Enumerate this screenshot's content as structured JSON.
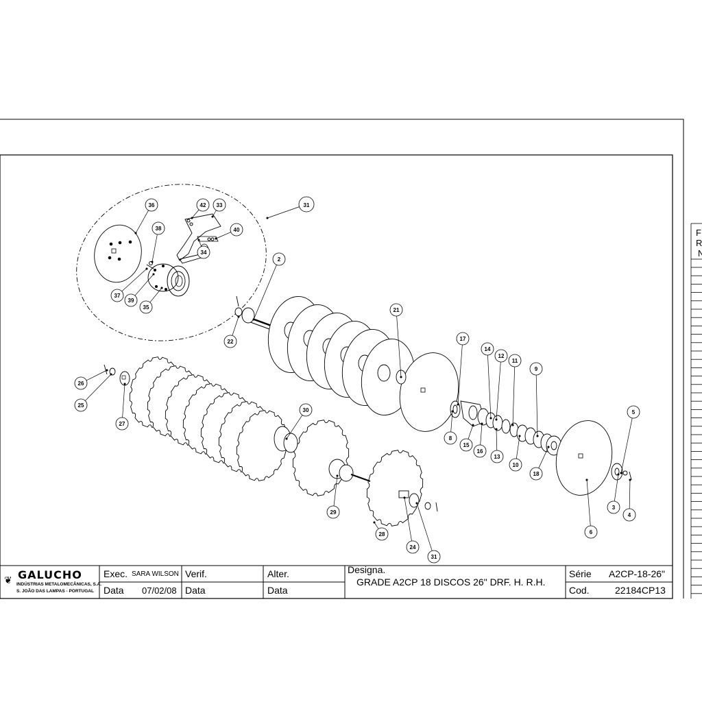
{
  "company": {
    "logo": "GALUCHO",
    "line1": "INDÚSTRIAS METALOMECÂNICAS, S.A.",
    "line2": "S. JOÃO DAS LAMPAS - PORTUGAL"
  },
  "title_block": {
    "exec_label": "Exec.",
    "exec_value": "SARA WILSON",
    "data_label": "Data",
    "data_value": "07/02/08",
    "verif_label": "Verif.",
    "verif_data_label": "Data",
    "alter_label": "Alter.",
    "alter_data_label": "Data",
    "designa_label": "Designa.",
    "designa_value": "GRADE A2CP 18 DISCOS 26\" DRF. H. R.H.",
    "serie_label": "Série",
    "serie_value": "A2CP-18-26\"",
    "cod_label": "Cod.",
    "cod_value": "22184CP13"
  },
  "side_table": [
    "F",
    "R",
    "N"
  ],
  "callouts": [
    "31",
    "36",
    "42",
    "33",
    "38",
    "40",
    "34",
    "37",
    "39",
    "35",
    "2",
    "22",
    "21",
    "17",
    "14",
    "12",
    "11",
    "9",
    "8",
    "15",
    "16",
    "13",
    "10",
    "18",
    "5",
    "3",
    "4",
    "6",
    "26",
    "25",
    "27",
    "30",
    "29",
    "28",
    "24",
    "31"
  ]
}
